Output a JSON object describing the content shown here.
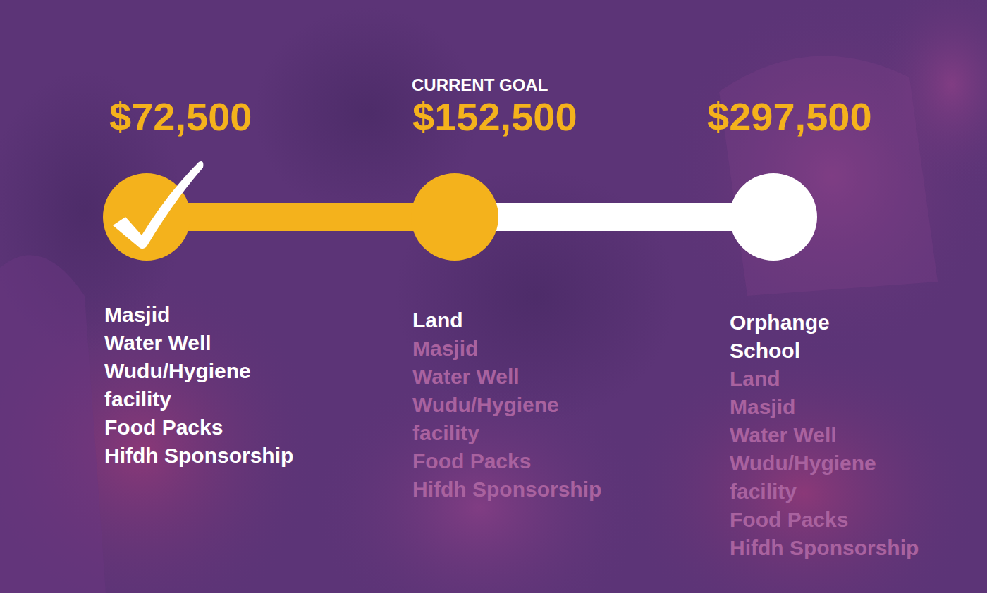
{
  "diagram": {
    "nodes": [
      {
        "text": [
          "$72,500",
          "Masjid",
          "Water Well",
          "Wudu/Hygiene facility",
          "Food Packs",
          "Hifdh Sponsorship"
        ]
      },
      {
        "text": [
          "CURRENT GOAL",
          "$152,500",
          "Land",
          "Masjid",
          "Water Well",
          "Wudu/Hygiene facility",
          "Food Packs",
          "Hifdh Sponsorship"
        ]
      },
      {
        "text": [
          "$297,500",
          "Orphange",
          "School",
          "Land",
          "Masjid",
          "Water Well",
          "Wudu/Hygiene facility",
          "Food Packs",
          "Hifdh Sponsorship"
        ]
      }
    ],
    "edges": [
      {
        "from": 0,
        "to": 1,
        "arrow": "none"
      },
      {
        "from": 1,
        "to": 2,
        "arrow": "none"
      }
    ]
  }
}
